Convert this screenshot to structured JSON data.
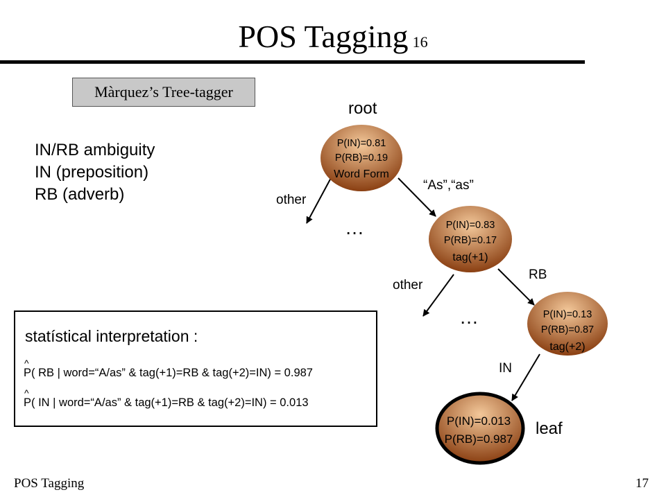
{
  "header": {
    "title": "POS Tagging",
    "slide_number": "16"
  },
  "badge": {
    "label": "Màrquez’s Tree-tagger"
  },
  "ambiguity": {
    "lines": [
      "IN/RB ambiguity",
      "IN (preposition)",
      "RB (adverb)"
    ]
  },
  "interpretation": {
    "title": "statístical interpretation :",
    "formulas": [
      {
        "hat": "^",
        "text": "P( RB | word=“A/as” & tag(+1)=RB & tag(+2)=IN) = 0.987"
      },
      {
        "hat": "^",
        "text": "P( IN | word=“A/as” & tag(+1)=RB & tag(+2)=IN) = 0.013"
      }
    ]
  },
  "tree": {
    "root_label": "root",
    "leaf_label": "leaf",
    "nodes": [
      {
        "lines": [
          "P(IN)=0.81",
          "P(RB)=0.19",
          "Word Form"
        ]
      },
      {
        "lines": [
          "P(IN)=0.83",
          "P(RB)=0.17",
          "tag(+1)"
        ]
      },
      {
        "lines": [
          "P(IN)=0.13",
          "P(RB)=0.87",
          "tag(+2)"
        ]
      },
      {
        "lines": [
          "P(IN)=0.013",
          "P(RB)=0.987"
        ]
      }
    ],
    "edges": {
      "root_other": "other",
      "root_as": "“As”,“as”",
      "n1_other": "other",
      "n1_rb": "RB",
      "n2_in": "IN"
    },
    "ellipsis": [
      "…",
      "…"
    ],
    "colors": {
      "node_light": "#f3c89a",
      "node_dark": "#8a3f12",
      "leaf_border": "#000000"
    }
  },
  "footer": {
    "left": "POS  Tagging",
    "page": "17"
  }
}
